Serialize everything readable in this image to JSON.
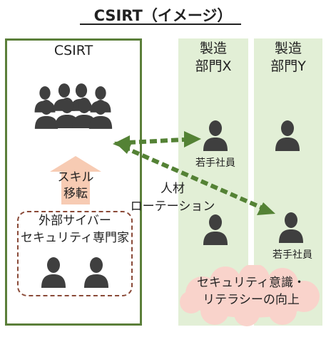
{
  "title": "CSIRT（イメージ）",
  "csirt": {
    "label": "CSIRT",
    "skill_line1": "スキル",
    "skill_line2": "移転",
    "external_line1": "外部サイバー",
    "external_line2": "セキュリティ専門家"
  },
  "departments": [
    {
      "line1": "製造",
      "line2": "部門X",
      "young_label": "若手社員"
    },
    {
      "line1": "製造",
      "line2": "部門Y",
      "young_label": "若手社員"
    }
  ],
  "rotation": {
    "line1": "人材",
    "line2": "ローテーション"
  },
  "literacy": {
    "line1": "セキュリティ意識・",
    "line2": "リテラシーの向上"
  },
  "colors": {
    "csirt_border": "#5b7f3a",
    "dept_bg": "#e2efd6",
    "arrow_green": "#548235",
    "skill_arrow": "#f7cbb3",
    "external_border": "#8a4a38",
    "cloud": "#f9d3cb",
    "person": "#3f3f3f"
  }
}
